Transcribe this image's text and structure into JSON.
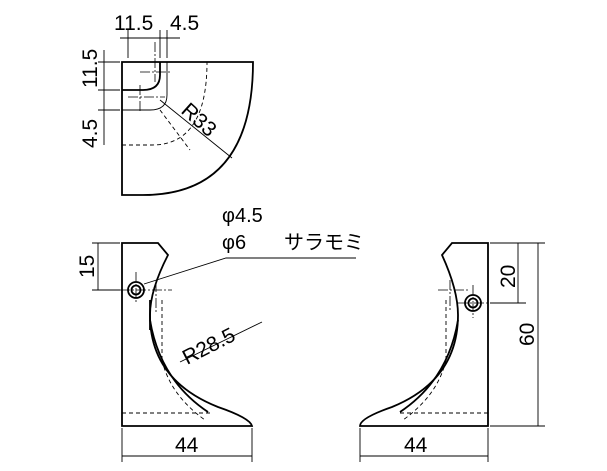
{
  "top_view": {
    "dim_horizontal_a": "11.5",
    "dim_horizontal_b": "4.5",
    "dim_vertical_a": "11.5",
    "dim_vertical_b": "4.5",
    "radius": "R33"
  },
  "front_view": {
    "hole_small": "φ4.5",
    "hole_large": "φ6",
    "countersink": "サラモミ",
    "dim_hole_offset": "15",
    "radius": "R28.5",
    "dim_width": "44"
  },
  "side_view": {
    "dim_hole_offset": "20",
    "dim_height": "60",
    "dim_width": "44"
  }
}
